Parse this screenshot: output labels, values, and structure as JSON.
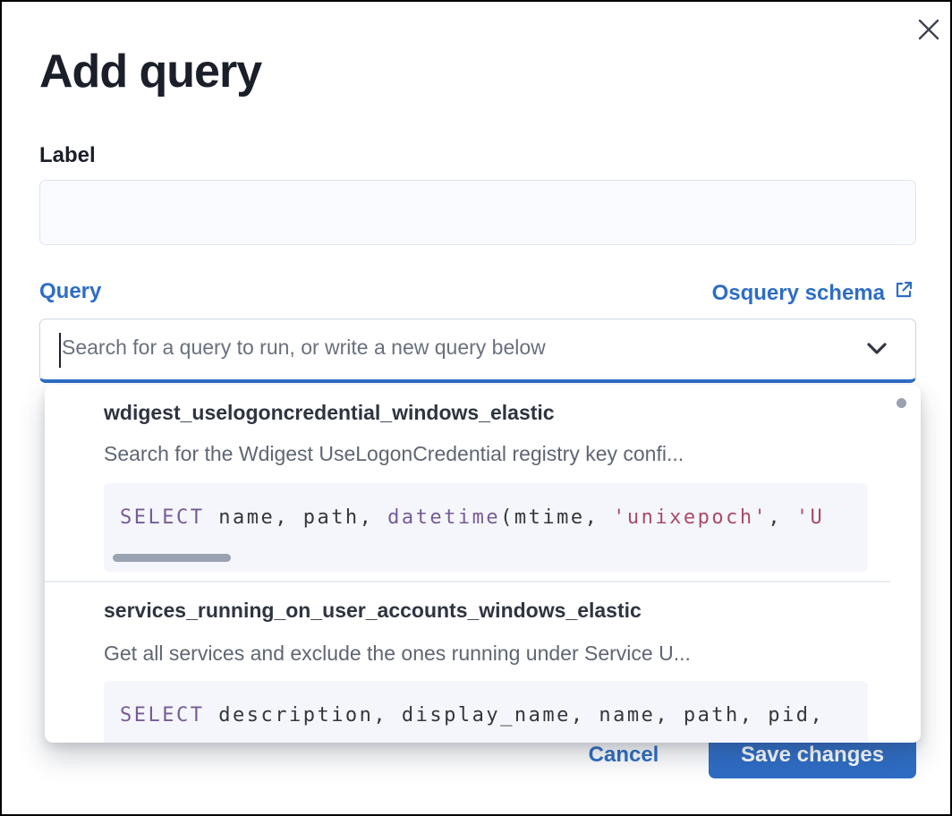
{
  "modal": {
    "title": "Add query"
  },
  "label_field": {
    "label": "Label",
    "value": ""
  },
  "query_field": {
    "label": "Query",
    "schema_link_label": "Osquery schema",
    "placeholder": "Search for a query to run, or write a new query below",
    "value": ""
  },
  "dropdown": {
    "options": [
      {
        "id": "wdigest_uselogoncredential_windows_elastic",
        "description": "Search for the Wdigest UseLogonCredential registry key confi...",
        "sql_tokens": [
          {
            "t": "SELECT",
            "c": "keyword"
          },
          {
            "t": " name, path, ",
            "c": "plain"
          },
          {
            "t": "datetime",
            "c": "keyword"
          },
          {
            "t": "(mtime, ",
            "c": "plain"
          },
          {
            "t": "'unixepoch'",
            "c": "string"
          },
          {
            "t": ", ",
            "c": "plain"
          },
          {
            "t": "'U",
            "c": "string"
          }
        ]
      },
      {
        "id": "services_running_on_user_accounts_windows_elastic",
        "description": "Get all services and exclude the ones running under Service U...",
        "sql_tokens": [
          {
            "t": "SELECT",
            "c": "keyword"
          },
          {
            "t": " description, display_name, name, path, pid,",
            "c": "plain"
          }
        ]
      }
    ]
  },
  "footer": {
    "cancel_label": "Cancel",
    "save_label": "Save changes"
  },
  "colors": {
    "primary": "#2e6dc5",
    "keyword": "#765b96",
    "string": "#a94a68"
  }
}
